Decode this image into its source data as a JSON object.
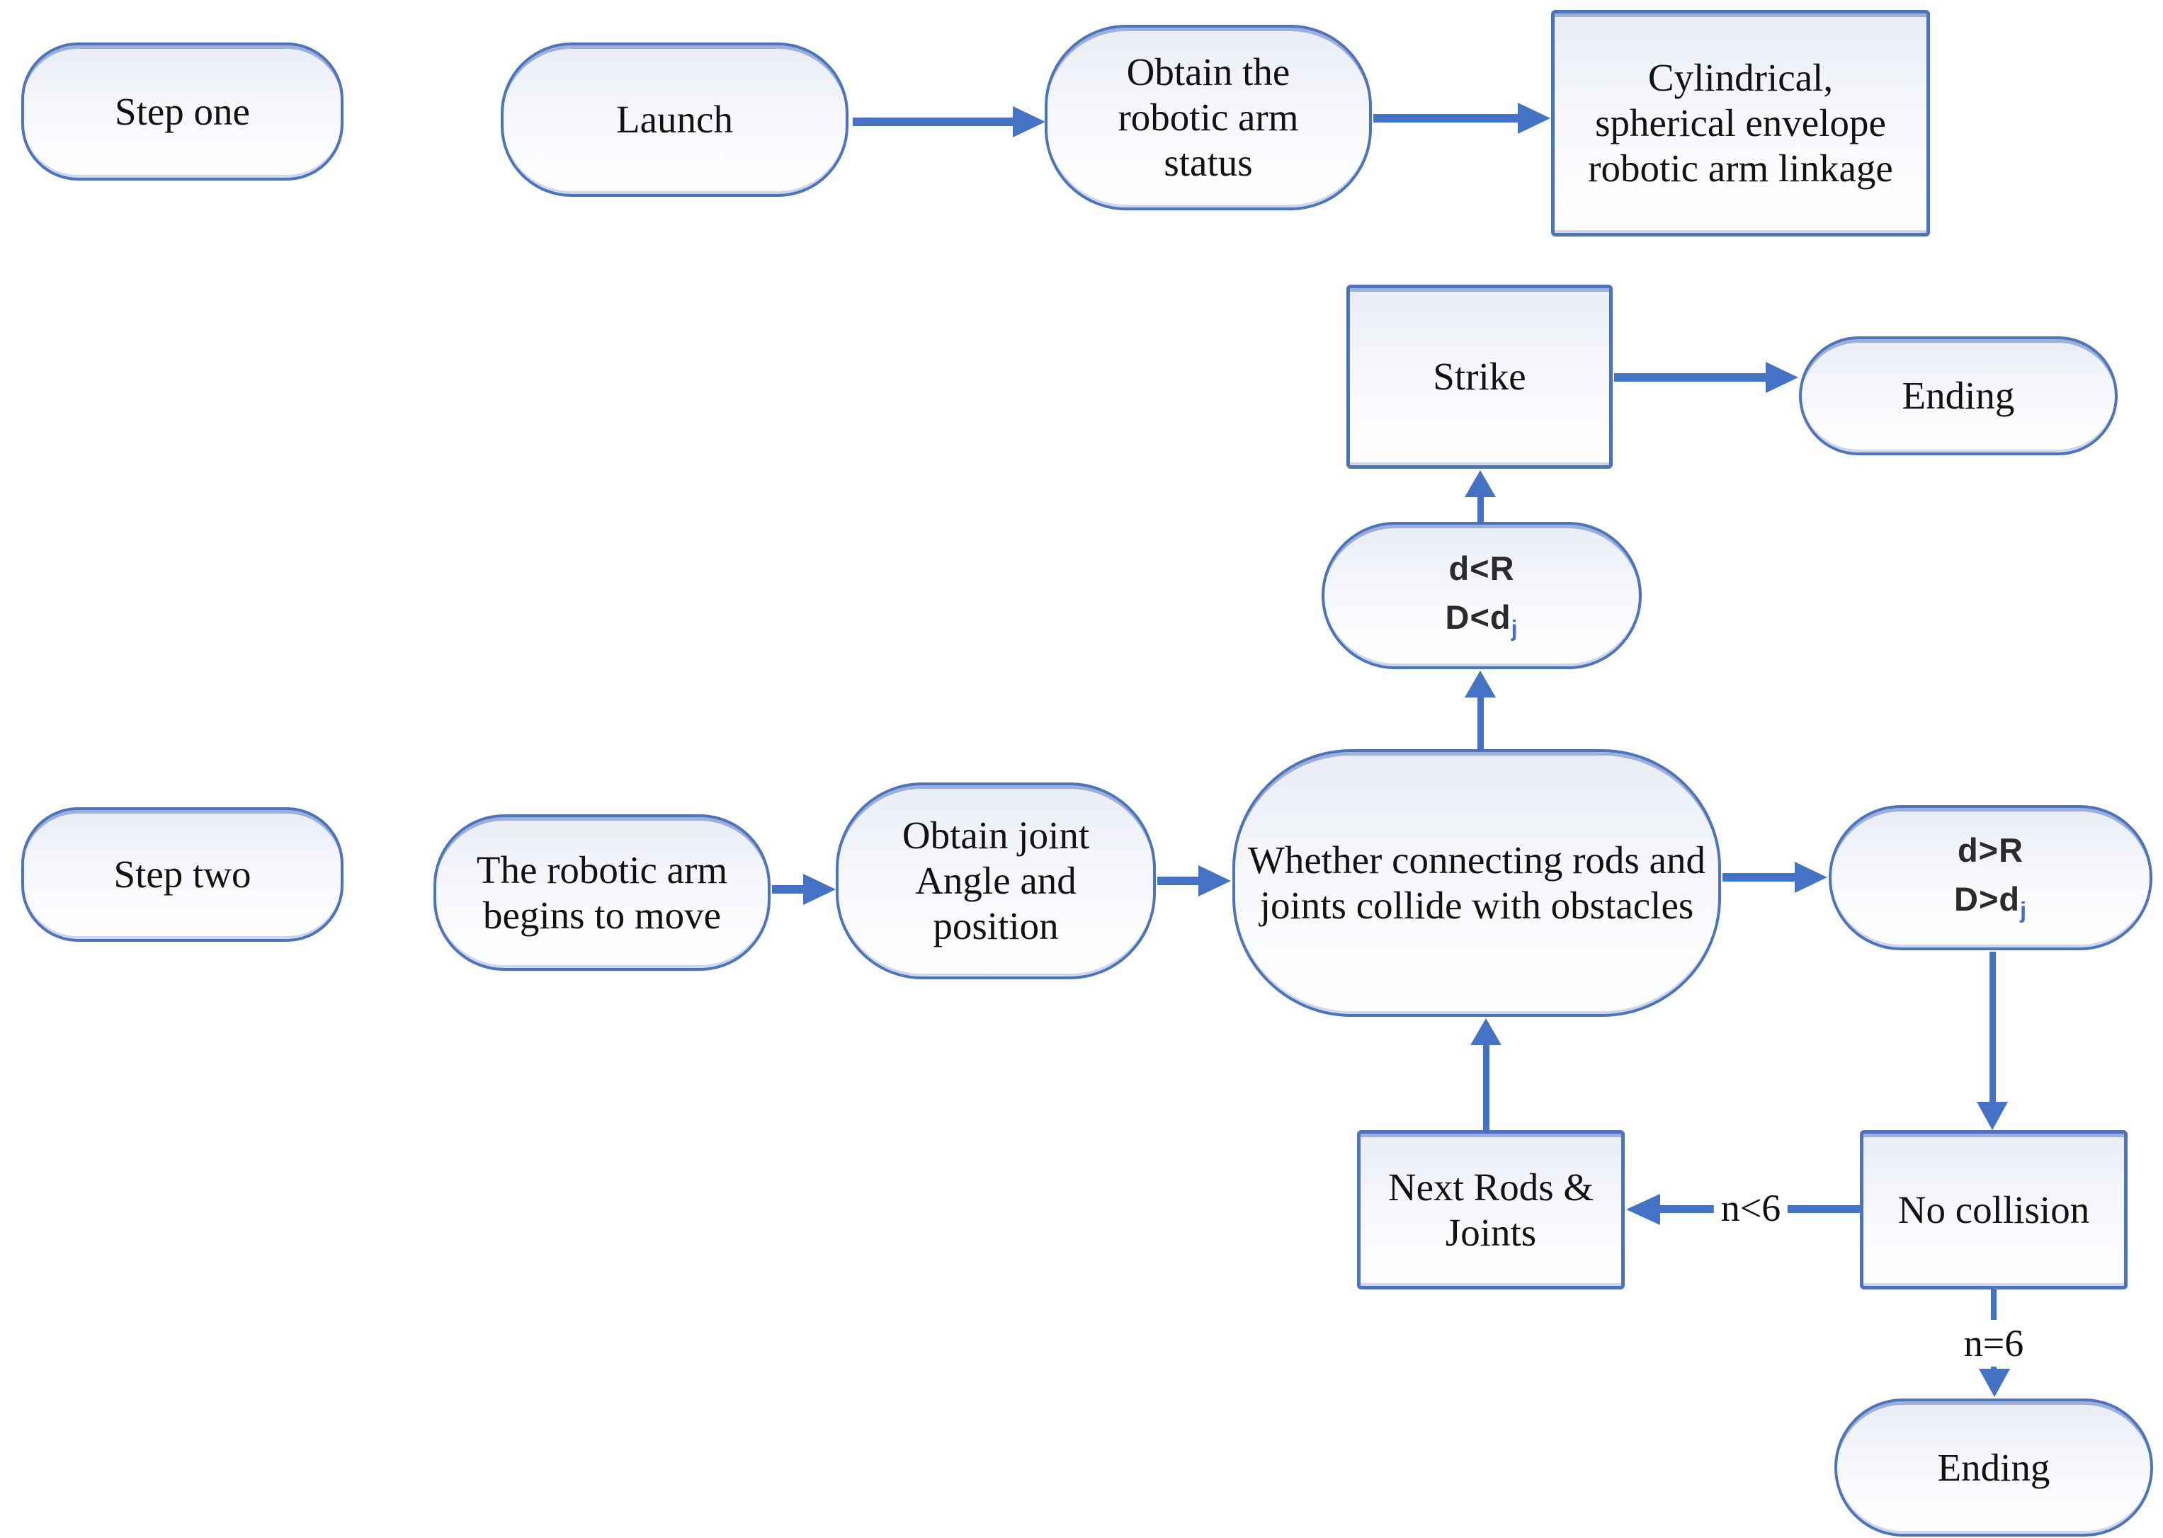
{
  "palette": {
    "accent": "#4472c4",
    "node_border": "#4d73bb",
    "node_fill_top": "#e9edf4",
    "text": "#121212",
    "subscript_blue": "#4a6fc0"
  },
  "nodes": {
    "step_one": {
      "label": "Step one",
      "shape": "stadium"
    },
    "launch": {
      "label": "Launch",
      "shape": "stadium"
    },
    "obtain_status": {
      "label": "Obtain the robotic arm status",
      "shape": "stadium"
    },
    "linkage": {
      "label": "Cylindrical, spherical envelope robotic arm linkage",
      "shape": "rect"
    },
    "strike": {
      "label": "Strike",
      "shape": "rect"
    },
    "ending_top": {
      "label": "Ending",
      "shape": "stadium"
    },
    "cond_strike": {
      "line1": "d<R",
      "line2": "D<d",
      "sub": "j",
      "shape": "stadium"
    },
    "step_two": {
      "label": "Step two",
      "shape": "stadium"
    },
    "begin_move": {
      "label": "The robotic arm begins to move",
      "shape": "stadium"
    },
    "obtain_joint": {
      "label": "Obtain joint Angle and position",
      "shape": "stadium"
    },
    "whether": {
      "label": "Whether connecting rods and joints collide with obstacles",
      "shape": "stadium"
    },
    "cond_pass": {
      "line1": "d>R",
      "line2": "D>d",
      "sub": "j",
      "shape": "stadium"
    },
    "next_rods": {
      "label": "Next Rods & Joints",
      "shape": "rect"
    },
    "no_collision": {
      "label": "No collision",
      "shape": "rect"
    },
    "ending_bottom": {
      "label": "Ending",
      "shape": "stadium"
    }
  },
  "edges": [
    {
      "from": "launch",
      "to": "obtain_status",
      "label": ""
    },
    {
      "from": "obtain_status",
      "to": "linkage",
      "label": ""
    },
    {
      "from": "strike",
      "to": "ending_top",
      "label": ""
    },
    {
      "from": "cond_strike",
      "to": "strike",
      "label": ""
    },
    {
      "from": "whether",
      "to": "cond_strike",
      "label": ""
    },
    {
      "from": "begin_move",
      "to": "obtain_joint",
      "label": ""
    },
    {
      "from": "obtain_joint",
      "to": "whether",
      "label": ""
    },
    {
      "from": "whether",
      "to": "cond_pass",
      "label": ""
    },
    {
      "from": "cond_pass",
      "to": "no_collision",
      "label": ""
    },
    {
      "from": "no_collision",
      "to": "next_rods",
      "label": "n<6"
    },
    {
      "from": "next_rods",
      "to": "whether",
      "label": ""
    },
    {
      "from": "no_collision",
      "to": "ending_bottom",
      "label": "n=6"
    }
  ]
}
